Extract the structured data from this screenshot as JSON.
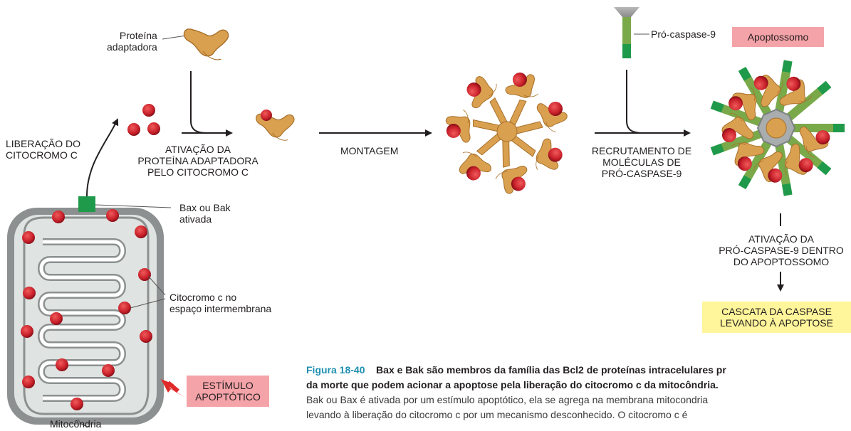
{
  "labels": {
    "adapter_protein": [
      "Proteína",
      "adaptadora"
    ],
    "release": [
      "LIBERAÇÃO DO",
      "CITOCROMO C"
    ],
    "activation_adapter": [
      "ATIVAÇÃO DA",
      "PROTEÍNA ADAPTADORA",
      "PELO CITOCROMO  C"
    ],
    "assembly": "MONTAGEM",
    "procaspase": "Pró-caspase-9",
    "apoptosome": "Apoptossomo",
    "recruitment": [
      "RECRUTAMENTO DE",
      "MOLÉCULAS DE",
      "PRÓ-CASPASE-9"
    ],
    "bax_bak": [
      "Bax ou Bak",
      "ativada"
    ],
    "activation_procaspase": [
      "ATIVAÇÃO DA",
      "PRÓ-CASPASE-9 DENTRO",
      "DO APOPTOSSOMO"
    ],
    "cytochrome_space": [
      "Citocromo c no",
      "espaço intermembrana"
    ],
    "cascade": [
      "CASCATA DA CASPASE",
      "LEVANDO À APOPTOSE"
    ],
    "stimulus": [
      "ESTÍMULO",
      "APOPTÓTICO"
    ],
    "mitochondrion": "Mitocôndria"
  },
  "caption": {
    "figure_number": "Figura 18-40",
    "bold_line1": "Bax e Bak são membros da família das Bcl2 de proteínas intracelulares pr",
    "bold_line2": "da morte que podem acionar a apoptose pela liberação do citocromo c da mitocôndria.",
    "line3": "Bak ou Bax é ativada por um estímulo apoptótico, ela se agrega na membrana mitocondria",
    "line4": "levando à liberação do citocromo c por um mecanismo desconhecido. O citocromo c é"
  },
  "colors": {
    "cytochrome": "#c8202a",
    "adapter": "#d9a050",
    "mito_outer": "#8c9090",
    "mito_inner": "#dfe3e1",
    "bax": "#1f9a4a",
    "caspase": "#7aa94a",
    "pink_box": "#f4a3a8",
    "yellow_box": "#fff59a",
    "figure_blue": "#1f8fb1",
    "stimulus_arrow": "#e02a2a"
  }
}
